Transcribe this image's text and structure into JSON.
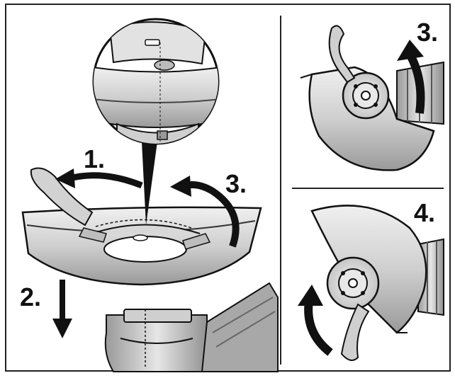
{
  "figure": {
    "panels": [
      {
        "id": "left",
        "steps": [
          "1.",
          "2.",
          "3."
        ]
      },
      {
        "id": "top-right",
        "steps": [
          "3."
        ]
      },
      {
        "id": "bottom-right",
        "steps": [
          "4."
        ]
      }
    ]
  },
  "labels": {
    "left_step_1": "1.",
    "left_step_2": "2.",
    "left_step_3": "3.",
    "tr_step_3": "3.",
    "br_step_4": "4."
  },
  "colors": {
    "ink": "#111111",
    "guard_light": "#d9d9d9",
    "guard_mid": "#b5b5b5",
    "guard_dark": "#8a8a8a",
    "paper": "#ffffff",
    "frame": "#222222"
  }
}
